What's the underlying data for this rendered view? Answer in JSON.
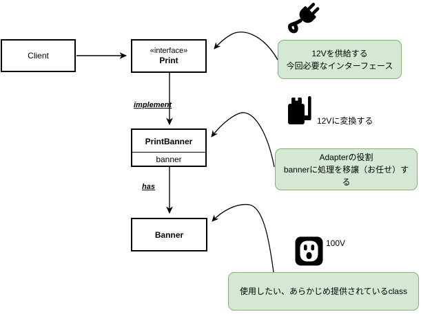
{
  "uml": {
    "client": {
      "name": "Client"
    },
    "print_interface": {
      "stereotype": "«interface»",
      "name": "Print"
    },
    "print_banner": {
      "name": "PrintBanner",
      "attribute": "banner"
    },
    "banner": {
      "name": "Banner"
    },
    "implement_label": "implement",
    "has_label": "has"
  },
  "annotations": {
    "plug": {
      "icon": "electric-plug-icon"
    },
    "interface_note": {
      "line1": "12Vを供給する",
      "line2": "今回必要なインターフェース"
    },
    "adapter": {
      "icon": "power-adapter-icon",
      "caption": "12Vに変換する"
    },
    "adapter_note": {
      "line1": "Adapterの役割",
      "line2": "bannerに処理を移譲（お任せ）する"
    },
    "outlet": {
      "icon": "power-outlet-icon",
      "caption": "100V"
    },
    "provided_note": {
      "line1": "使用したい、あらかじめ提供されているclass"
    }
  },
  "colors": {
    "note_fill": "#d5e8d4",
    "note_border": "#82b366",
    "stroke": "#000000",
    "box_fill": "#ffffff",
    "background": "#ffffff"
  }
}
